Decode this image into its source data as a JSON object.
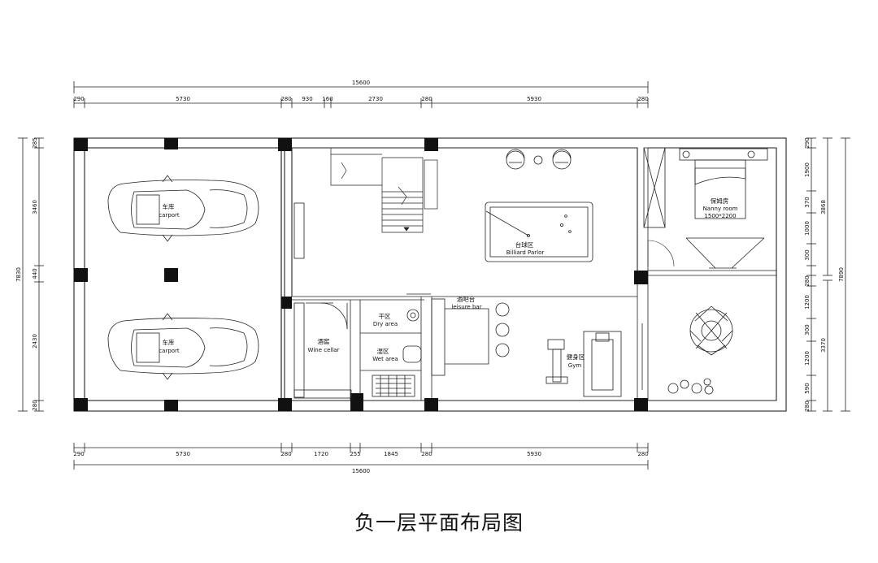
{
  "caption": "负一层平面布局图",
  "dimensions": {
    "top_total": "15600",
    "top_segments": [
      "290",
      "5730",
      "280",
      "930",
      "160",
      "2730",
      "280",
      "5930",
      "280"
    ],
    "bottom_segments": [
      "290",
      "5730",
      "280",
      "1720",
      "255",
      "1845",
      "280",
      "5930",
      "280"
    ],
    "bottom_total": "15600",
    "left_segments": [
      "285",
      "3460",
      "440",
      "2430",
      "280"
    ],
    "left_total": "7830",
    "right_segments": [
      "290",
      "1900",
      "370",
      "1000",
      "300",
      "280",
      "1200",
      "300",
      "1200",
      "590",
      "280"
    ],
    "right_totals": [
      "3868",
      "3370"
    ],
    "right_total": "7890"
  },
  "rooms": {
    "carport_top": {
      "cn": "车库",
      "en": "carport"
    },
    "carport_bottom": {
      "cn": "车库",
      "en": "carport"
    },
    "billiard": {
      "cn": "台球区",
      "en": "Billiard Parlor"
    },
    "nanny": {
      "cn": "保姆房",
      "en": "Nanny room",
      "size": "1500*2200"
    },
    "leisure_bar": {
      "cn": "酒吧台",
      "en": "leisure bar"
    },
    "dry_area": {
      "cn": "干区",
      "en": "Dry area"
    },
    "wet_area": {
      "cn": "湿区",
      "en": "Wet area"
    },
    "wine_cellar": {
      "cn": "酒窖",
      "en": "Wine cellar"
    },
    "gym": {
      "cn": "健身区",
      "en": "Gym"
    }
  }
}
